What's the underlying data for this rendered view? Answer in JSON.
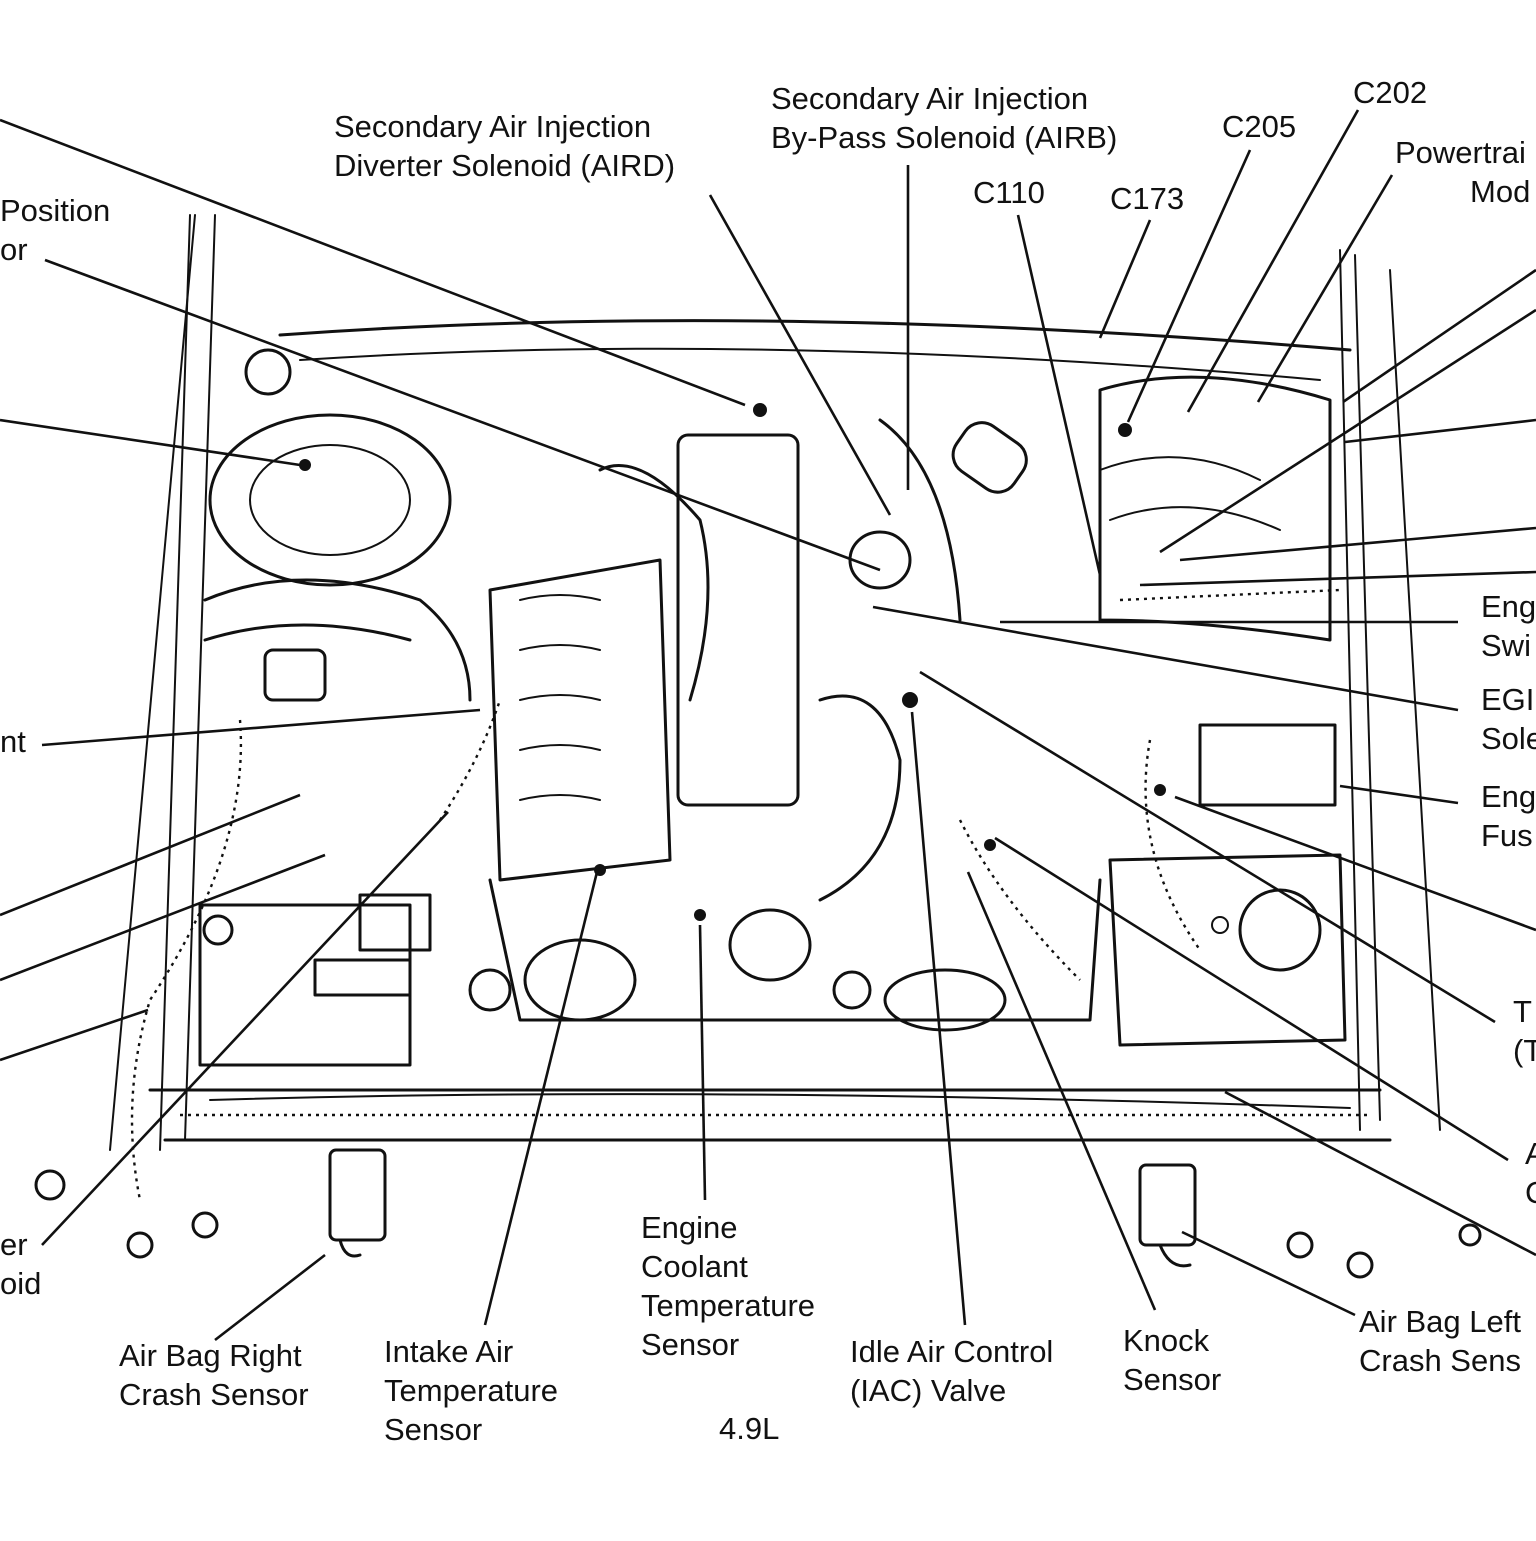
{
  "diagram": {
    "caption": "4.9L",
    "labels": [
      {
        "id": "airb-lbl",
        "lines": [
          "Secondary Air Injection",
          "By-Pass Solenoid (AIRB)"
        ]
      },
      {
        "id": "aird-lbl",
        "lines": [
          "Secondary Air Injection",
          "Diverter Solenoid (AIRD)"
        ]
      },
      {
        "id": "c202-lbl",
        "lines": [
          "C202"
        ]
      },
      {
        "id": "c205-lbl",
        "lines": [
          "C205"
        ]
      },
      {
        "id": "c110-lbl",
        "lines": [
          "C110"
        ]
      },
      {
        "id": "c173-lbl",
        "lines": [
          "C173"
        ]
      },
      {
        "id": "pcm-lbl",
        "lines": [
          "Powertrai",
          "Mod"
        ]
      },
      {
        "id": "position-lbl",
        "lines": [
          "Position",
          "or"
        ]
      },
      {
        "id": "ant-lbl",
        "lines": [
          "nt"
        ]
      },
      {
        "id": "eng-switch-lbl",
        "lines": [
          "Eng",
          "Swi"
        ]
      },
      {
        "id": "egr-lbl",
        "lines": [
          "EGI",
          "Sole"
        ]
      },
      {
        "id": "eng-fuse-lbl",
        "lines": [
          "Eng",
          "Fus"
        ]
      },
      {
        "id": "tp-lbl",
        "lines": [
          "T",
          "(T"
        ]
      },
      {
        "id": "right-a-lbl",
        "lines": [
          "A",
          "C"
        ]
      },
      {
        "id": "solenoid-left-lbl",
        "lines": [
          "er",
          "oid"
        ]
      },
      {
        "id": "ab-right-lbl",
        "lines": [
          "Air Bag Right",
          "Crash Sensor"
        ]
      },
      {
        "id": "iat-lbl",
        "lines": [
          "Intake Air",
          "Temperature",
          "Sensor"
        ]
      },
      {
        "id": "ect-lbl",
        "lines": [
          "Engine",
          "Coolant",
          "Temperature",
          "Sensor"
        ]
      },
      {
        "id": "iac-lbl",
        "lines": [
          "Idle Air Control",
          "(IAC) Valve"
        ]
      },
      {
        "id": "knock-lbl",
        "lines": [
          "Knock",
          "Sensor"
        ]
      },
      {
        "id": "ab-left-lbl",
        "lines": [
          "Air Bag Left",
          "Crash Sens"
        ]
      }
    ]
  }
}
